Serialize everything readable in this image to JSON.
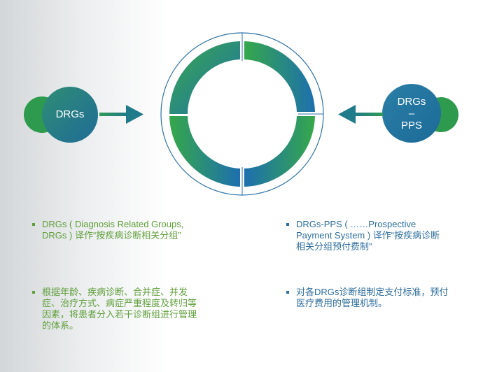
{
  "left_node": {
    "label": "DRGs"
  },
  "right_node": {
    "label_lines": [
      "DRGs",
      "–",
      "PPS"
    ]
  },
  "left_bullets": [
    {
      "lines": [
        "DRGs ( Diagnosis Related Groups,",
        "DRGs ) 译作“按疾病诊断相关分组”"
      ]
    },
    {
      "lines": [
        "根据年龄、疾病诊断、合并症、并发",
        "症、治疗方式、病症严重程度及转归等",
        "因素，将患者分入若干诊断组进行管理",
        "的体系。"
      ]
    }
  ],
  "right_bullets": [
    {
      "lines": [
        "DRGs-PPS ( ……Prospective",
        "Payment System ) 译作“按疾病诊断",
        "相关分组预付费制”"
      ]
    },
    {
      "lines": [
        "对各DRGs诊断组制定支付标准，预付",
        "医疗费用的管理机制。"
      ]
    }
  ],
  "colors": {
    "green": "#2fa64a",
    "blue": "#1e6fa8",
    "teal": "#1f8f7a",
    "left_text": "#5f9e3a",
    "right_text": "#2d6d9c"
  }
}
